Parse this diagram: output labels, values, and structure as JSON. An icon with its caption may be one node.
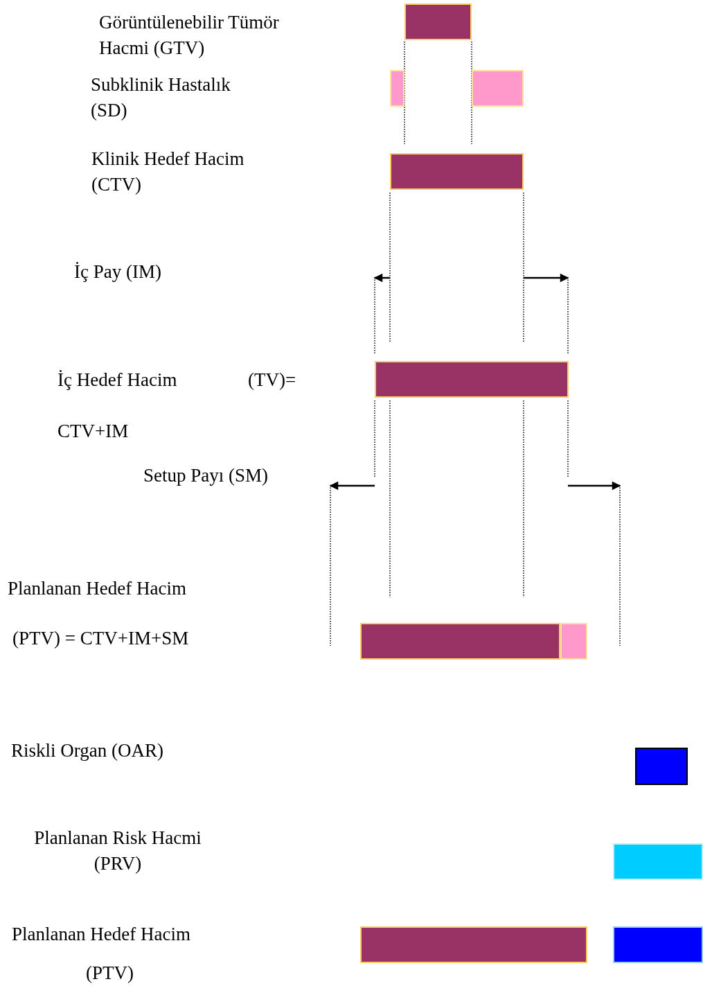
{
  "diagram": {
    "nodes": [
      {
        "text": [],
        "shape": "bar"
      },
      {
        "text": [],
        "shape": "bar"
      },
      {
        "text": [],
        "shape": "bar"
      },
      {
        "text": [],
        "shape": "bar"
      },
      {
        "text": [],
        "shape": "bar"
      },
      {
        "text": [],
        "shape": "bar"
      },
      {
        "text": [],
        "shape": "bar"
      },
      {
        "text": [],
        "shape": "bar"
      },
      {
        "text": [],
        "shape": "bar"
      },
      {
        "text": [],
        "shape": "bar"
      },
      {
        "text": [],
        "shape": "bar"
      }
    ],
    "labels": [
      "Görüntülenebilir Tümör Hacmi (GTV)",
      "Subklinik Hastalık (SD)",
      "Klinik Hedef Hacim (CTV)",
      "İç Pay (IM)",
      "İç Hedef Hacim",
      "(TV)=",
      "CTV+IM",
      "Setup Payı (SM)",
      "Planlanan Hedef Hacim",
      "(PTV) = CTV+IM+SM",
      "Riskli Organ (OAR)",
      "Planlanan Risk Hacmi (PRV)",
      "Planlanan Hedef Hacim",
      "(PTV)"
    ]
  }
}
